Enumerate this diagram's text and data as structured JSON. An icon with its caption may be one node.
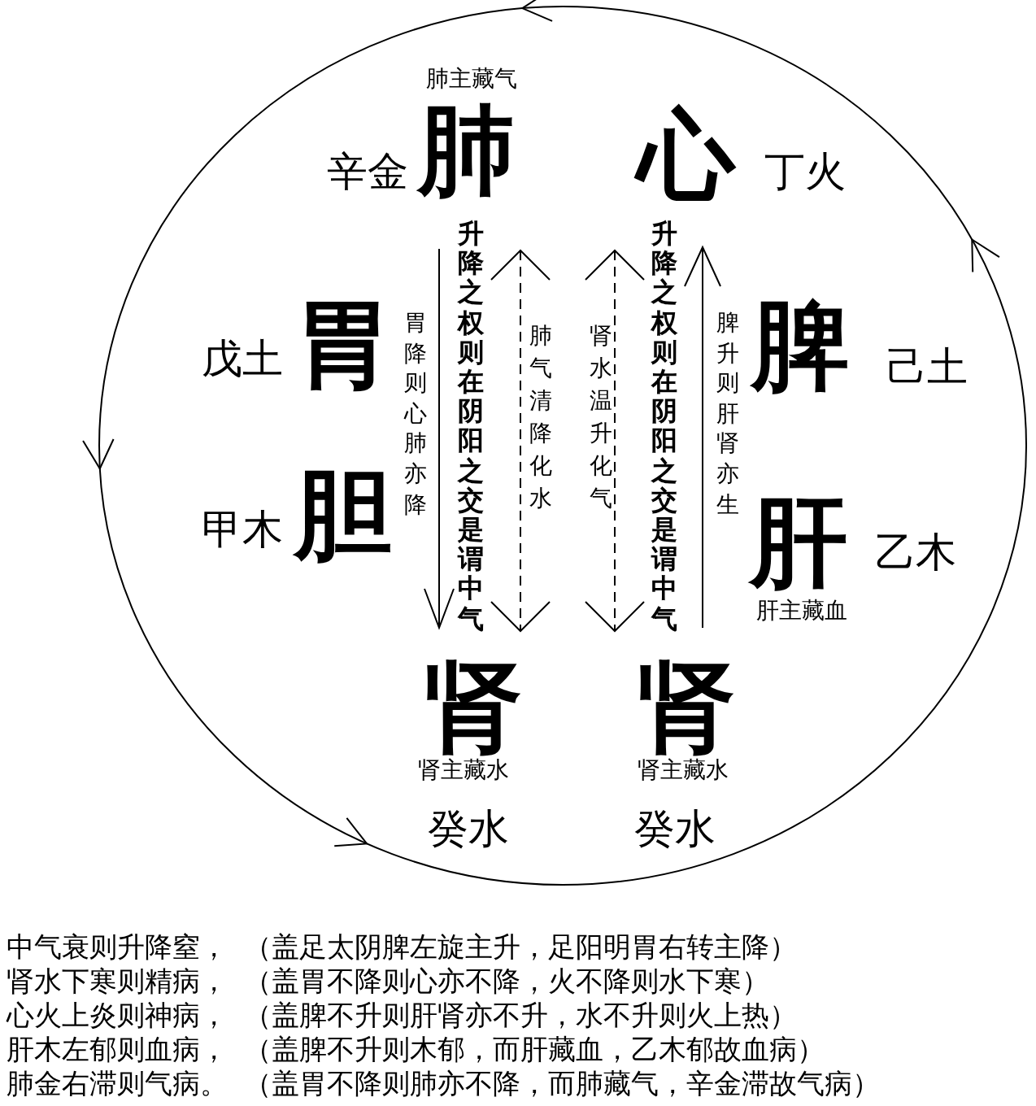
{
  "diagram": {
    "labels": [
      "肺主藏气",
      "辛金",
      "肺",
      "心",
      "丁火",
      "戊土",
      "胃",
      "胃降则心肺亦降",
      "升降之权则在阴阳之交是谓中气",
      "肺气清降化水",
      "肾水温升化气",
      "升降之权则在阴阳之交是谓中气",
      "脾升则肝肾亦生",
      "脾",
      "己土",
      "甲木",
      "胆",
      "肝",
      "乙木",
      "肝主藏血",
      "肾",
      "肾",
      "肾主藏水",
      "肾主藏水",
      "癸水",
      "癸水",
      "中气衰则升降窒，",
      "（盖足太阴脾左旋主升，足阳明胃右转主降）",
      "肾水下寒则精病，",
      "（盖胃不降则心亦不降，火不降则水下寒）",
      "心火上炎则神病，",
      "（盖脾不升则肝肾亦不升，水不升则火上热）",
      "肝木左郁则血病，",
      "（盖脾不升则木郁，而肝藏血，乙木郁故血病）",
      "肺金右滞则气病。",
      "（盖胃不降则肺亦不降，而肺藏气，辛金滞故气病）"
    ]
  }
}
